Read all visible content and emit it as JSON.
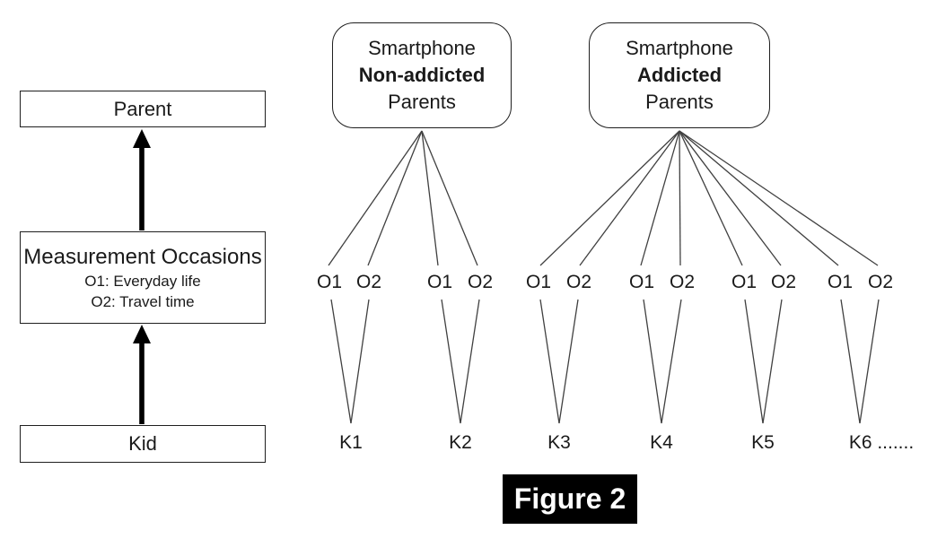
{
  "figure": {
    "caption": "Figure 2"
  },
  "colors": {
    "ink": "#1a1a1a",
    "box_border": "#1f1f1f",
    "connector_line": "#404040",
    "arrow": "#000000",
    "caption_bg": "#000000",
    "caption_fg": "#ffffff"
  },
  "left_panel": {
    "parent_box": "Parent",
    "measurement_box": {
      "title": "Measurement Occasions",
      "line1": "O1: Everyday life",
      "line2": "O2: Travel time"
    },
    "kid_box": "Kid"
  },
  "groups": [
    {
      "line1": "Smartphone",
      "line2": "Non-addicted",
      "line3": "Parents"
    },
    {
      "line1": "Smartphone",
      "line2": "Addicted",
      "line3": "Parents"
    }
  ],
  "occasions": [
    "O1",
    "O2",
    "O1",
    "O2",
    "O1",
    "O2",
    "O1",
    "O2",
    "O1",
    "O2",
    "O1",
    "O2"
  ],
  "kids": [
    "K1",
    "K2",
    "K3",
    "K4",
    "K5",
    "K6 ......."
  ]
}
